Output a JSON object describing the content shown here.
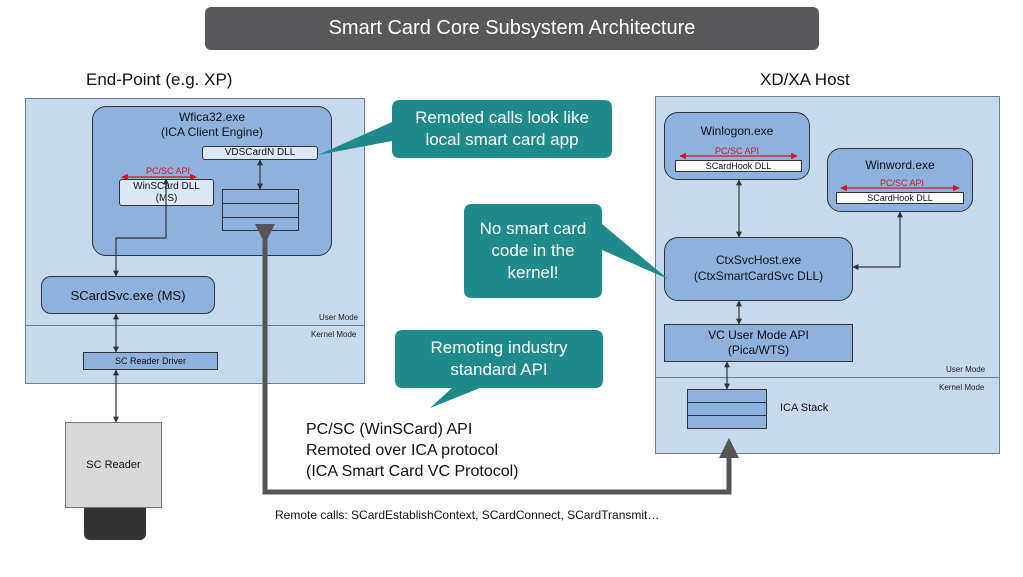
{
  "title": "Smart Card Core Subsystem Architecture",
  "endpoint": {
    "heading": "End-Point (e.g. XP)",
    "client": {
      "name": "Wfica32.exe",
      "sub": "(ICA Client Engine)"
    },
    "vdscard": "VDSCardN DLL",
    "pcsc_api": "PC/SC API",
    "winscard": {
      "name": "WinSCard DLL",
      "sub": "(MS)"
    },
    "scardsvc": "SCardSvc.exe (MS)",
    "user_mode": "User Mode",
    "kernel_mode": "Kernel Mode",
    "reader_driver": "SC Reader Driver",
    "reader": "SC Reader"
  },
  "host": {
    "heading": "XD/XA Host",
    "winlogon": "Winlogon.exe",
    "winword": "Winword.exe",
    "pcsc_api": "PC/SC API",
    "scardhook": "SCardHook DLL",
    "ctxsvchost": {
      "name": "CtxSvcHost.exe",
      "sub": "(CtxSmartCardSvc DLL)"
    },
    "vc_api": {
      "name": "VC User Mode API",
      "sub": "(Pica/WTS)"
    },
    "user_mode": "User Mode",
    "kernel_mode": "Kernel Mode",
    "ica_stack": "ICA Stack"
  },
  "callouts": {
    "remoted": [
      "Remoted calls look like",
      "local smart card app"
    ],
    "no_kernel": [
      "No smart card",
      "code in the",
      "kernel!"
    ],
    "industry": [
      "Remoting industry",
      "standard API"
    ]
  },
  "protocol_note": [
    "PC/SC (WinSCard) API",
    "Remoted over ICA protocol",
    "(ICA Smart Card VC Protocol)"
  ],
  "remote_calls": "Remote calls: SCardEstablishContext, SCardConnect, SCardTransmit…",
  "colors": {
    "panel": "#c6d9ef",
    "box": "#8eb1de",
    "callout": "#1f8a8c",
    "api_red": "#d4141c",
    "title_bg": "#58585a"
  }
}
